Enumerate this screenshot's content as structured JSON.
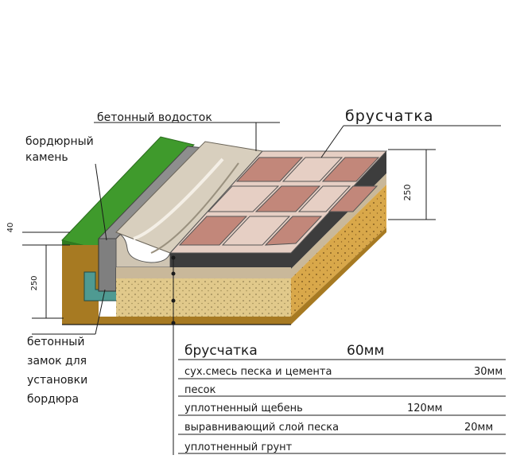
{
  "labels": {
    "drain": "бетонный водосток",
    "paving": "брусчатка",
    "curb_line1": "бордюрный",
    "curb_line2": "камень",
    "lock_line1": "бетонный",
    "lock_line2": "замок для",
    "lock_line3": "установки",
    "lock_line4": "бордюра"
  },
  "dimensions": {
    "right_height": "250",
    "left_top": "40",
    "left_height": "250"
  },
  "layers": [
    {
      "name": "брусчатка",
      "thickness": "60мм"
    },
    {
      "name": "сух.смесь песка и цемента",
      "thickness": "30мм"
    },
    {
      "name": "песок",
      "thickness": ""
    },
    {
      "name": "уплотненный щебень",
      "thickness": "120мм"
    },
    {
      "name": "выравнивающий слой песка",
      "thickness": "20мм"
    },
    {
      "name": "уплотненный грунт",
      "thickness": ""
    }
  ],
  "colors": {
    "grass": "#3f9a2c",
    "earth": "#a77a22",
    "sand": "#d9a84a",
    "gravel": "#e1c98b",
    "concrete_lock": "#4f9a92",
    "curb": "#7f7f7f",
    "drain": "#cfc5b3",
    "brick_red": "#c2877a",
    "brick_light": "#e6cfc4"
  }
}
